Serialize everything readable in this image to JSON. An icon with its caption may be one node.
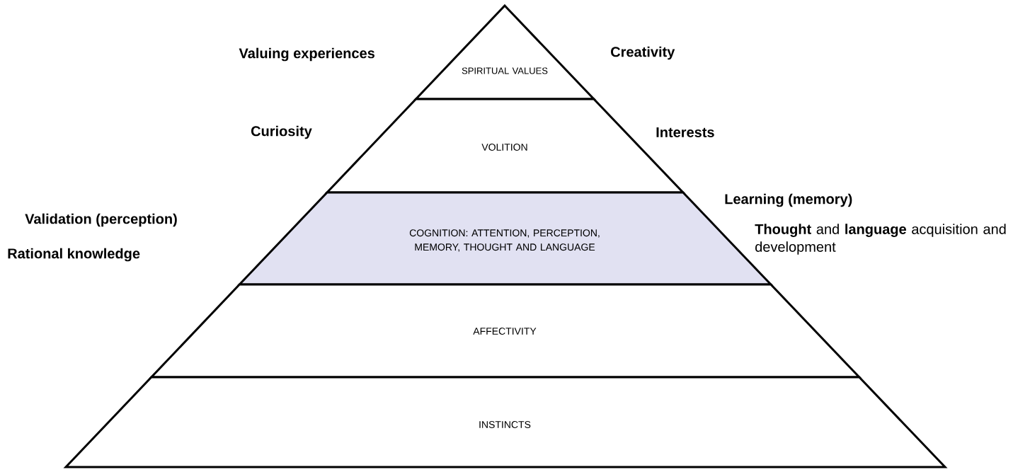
{
  "diagram": {
    "nodes": [
      {
        "text": [
          "SPIRITUAL VALUES"
        ]
      },
      {
        "text": [
          "VOLITION"
        ]
      },
      {
        "text": [
          "COGNITION: ATTENTION, PERCEPTION, MEMORY, THOUGHT AND LANGUAGE"
        ]
      },
      {
        "text": [
          "AFFECTIVITY"
        ]
      },
      {
        "text": [
          "INSTINCTS"
        ]
      }
    ],
    "labels": [
      "Valuing experiences",
      "Creativity",
      "Curiosity",
      "Interests",
      "Learning (memory)",
      "Validation (perception)",
      "**Thought** and **language** acquisition and development",
      "Rational knowledge"
    ]
  }
}
